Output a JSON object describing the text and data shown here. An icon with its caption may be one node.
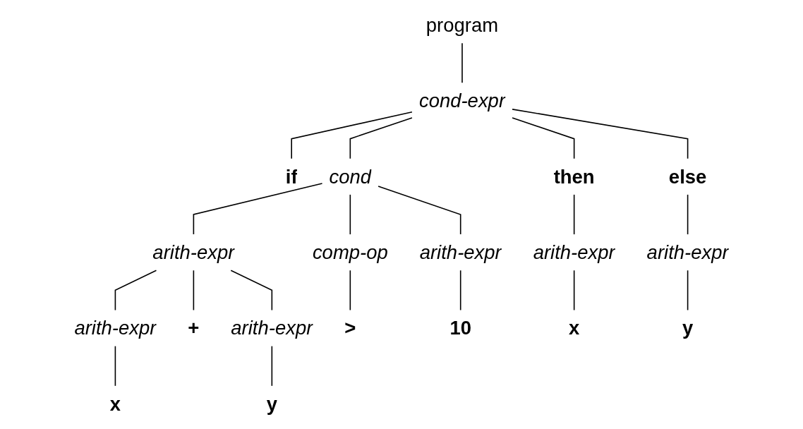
{
  "diagram": {
    "nodes": [
      {
        "text": [
          "program"
        ]
      },
      {
        "text": [
          "cond-expr"
        ]
      },
      {
        "text": [
          "if"
        ]
      },
      {
        "text": [
          "cond"
        ]
      },
      {
        "text": [
          "then"
        ]
      },
      {
        "text": [
          "else"
        ]
      },
      {
        "text": [
          "arith-expr"
        ]
      },
      {
        "text": [
          "comp-op"
        ]
      },
      {
        "text": [
          "arith-expr"
        ]
      },
      {
        "text": [
          "arith-expr"
        ]
      },
      {
        "text": [
          "arith-expr"
        ]
      },
      {
        "text": [
          "arith-expr"
        ]
      },
      {
        "text": [
          "+"
        ]
      },
      {
        "text": [
          "arith-expr"
        ]
      },
      {
        "text": [
          ">"
        ]
      },
      {
        "text": [
          "10"
        ]
      },
      {
        "text": [
          "x"
        ]
      },
      {
        "text": [
          "y"
        ]
      },
      {
        "text": [
          "x"
        ]
      },
      {
        "text": [
          "y"
        ]
      }
    ],
    "edges": [
      {
        "from": 0,
        "to": 1,
        "arrow": "none"
      },
      {
        "from": 1,
        "to": 2,
        "arrow": "none"
      },
      {
        "from": 1,
        "to": 3,
        "arrow": "none"
      },
      {
        "from": 1,
        "to": 4,
        "arrow": "none"
      },
      {
        "from": 1,
        "to": 5,
        "arrow": "none"
      },
      {
        "from": 3,
        "to": 6,
        "arrow": "none"
      },
      {
        "from": 3,
        "to": 7,
        "arrow": "none"
      },
      {
        "from": 3,
        "to": 8,
        "arrow": "none"
      },
      {
        "from": 4,
        "to": 9,
        "arrow": "none"
      },
      {
        "from": 5,
        "to": 10,
        "arrow": "none"
      },
      {
        "from": 6,
        "to": 11,
        "arrow": "none"
      },
      {
        "from": 6,
        "to": 12,
        "arrow": "none"
      },
      {
        "from": 6,
        "to": 13,
        "arrow": "none"
      },
      {
        "from": 7,
        "to": 14,
        "arrow": "none"
      },
      {
        "from": 8,
        "to": 15,
        "arrow": "none"
      },
      {
        "from": 9,
        "to": 16,
        "arrow": "none"
      },
      {
        "from": 10,
        "to": 17,
        "arrow": "none"
      },
      {
        "from": 11,
        "to": 18,
        "arrow": "none"
      },
      {
        "from": 13,
        "to": 19,
        "arrow": "none"
      }
    ]
  }
}
